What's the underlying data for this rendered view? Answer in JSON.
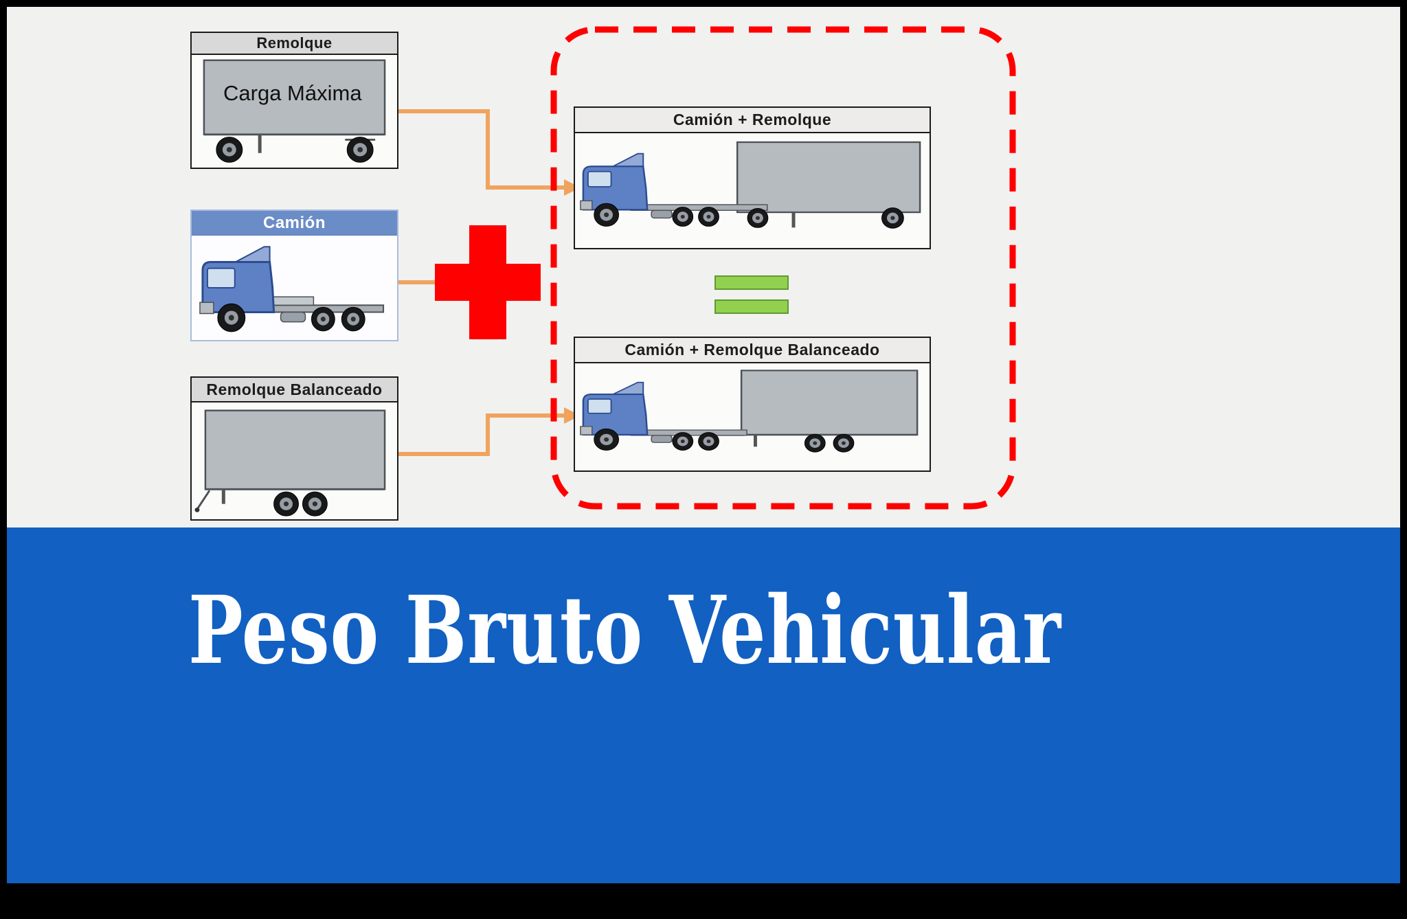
{
  "banner": {
    "text": "Peso Bruto Vehicular"
  },
  "panels": {
    "remolque": {
      "title": "Remolque",
      "overlay_label": "Carga Máxima"
    },
    "camion": {
      "title": "Camión"
    },
    "remolque_balanceado": {
      "title": "Remolque Balanceado"
    },
    "camion_remolque": {
      "title": "Camión + Remolque"
    },
    "camion_remolque_balanceado": {
      "title": "Camión + Remolque Balanceado"
    }
  },
  "operators": {
    "plus": "plus-operator",
    "equals": "equals-operator"
  },
  "icons": {
    "trailer": "trailer-illustration",
    "truck": "truck-illustration",
    "balanced_trailer": "balanced-trailer-illustration",
    "truck_with_trailer": "truck-with-trailer-illustration",
    "truck_with_balanced_trailer": "truck-with-balanced-trailer-illustration",
    "arrow_right": "arrow-right-icon"
  },
  "colors": {
    "plus": "#fe0000",
    "equals": "#92d050",
    "equals_border": "#5f9a33",
    "connector": "#f0a35f",
    "result_border": "#fe0000",
    "camion_header_bg": "#6a8cc7",
    "banner_bg": "#1160c2",
    "banner_fg": "#ffffff",
    "stage_bg": "#f1f1ef",
    "frame_bg": "#000000",
    "truck_body": "#5e81c6",
    "trailer_body": "#b5bbbf"
  }
}
